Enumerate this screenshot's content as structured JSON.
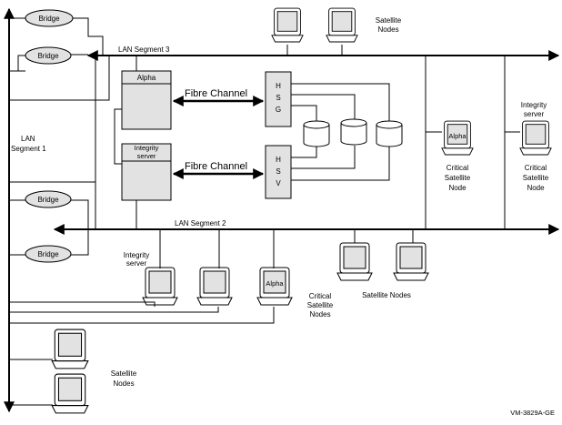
{
  "segments": {
    "lan3": "LAN  Segment 3",
    "lan2": "LAN Segment 2",
    "lan1_line1": "LAN",
    "lan1_line2": "Segment 1"
  },
  "bridges": [
    "Bridge",
    "Bridge",
    "Bridge",
    "Bridge"
  ],
  "servers": {
    "alpha": "Alpha",
    "integrity_line1": "Integrity",
    "integrity_line2": "server"
  },
  "fibre_channel": [
    "Fibre Channel",
    "Fibre Channel"
  ],
  "controllers": {
    "hsg": [
      "H",
      "S",
      "G"
    ],
    "hsv": [
      "H",
      "S",
      "V"
    ]
  },
  "labels": {
    "satellite_top_1": "Satellite",
    "satellite_top_2": "Nodes",
    "critical_alpha_terminal": "Alpha",
    "critical_left_1": "Critical",
    "critical_left_2": "Satellite",
    "critical_left_3": "Node",
    "critical_right_caption_1": "Integrity",
    "critical_right_caption_2": "server",
    "critical_right_1": "Critical",
    "critical_right_2": "Satellite",
    "critical_right_3": "Node",
    "integrity_server_1": "Integrity",
    "integrity_server_2": "server",
    "alpha_terminal": "Alpha",
    "critical_nodes_1": "Critical",
    "critical_nodes_2": "Satellite",
    "critical_nodes_3": "Nodes",
    "satellite_mid": "Satellite Nodes",
    "satellite_bottom_1": "Satellite",
    "satellite_bottom_2": "Nodes",
    "figure_id": "VM-3829A-GE"
  }
}
